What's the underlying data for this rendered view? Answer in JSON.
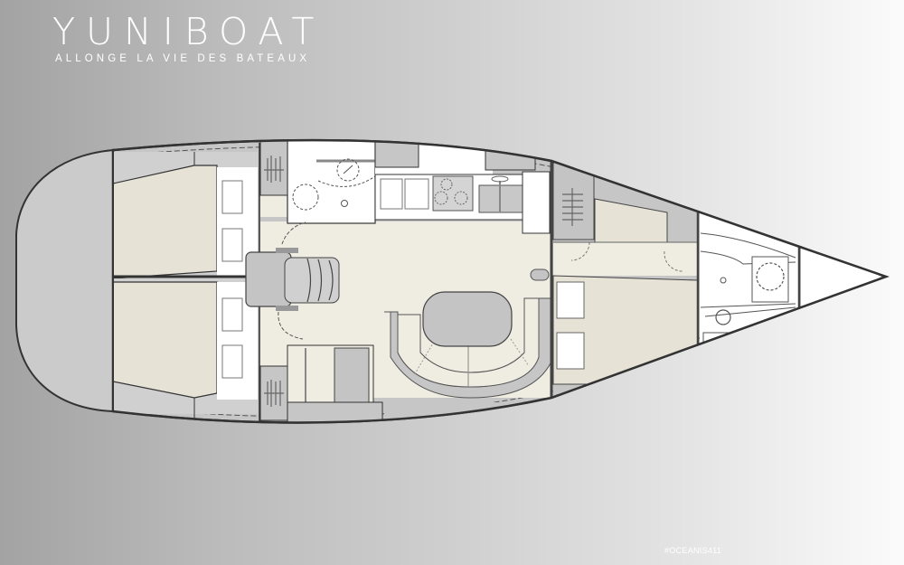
{
  "brand": {
    "name": "YUNIBOAT",
    "tagline": "ALLONGE LA VIE DES BATEAUX"
  },
  "floorplan": {
    "model_hashtag": "#OCEANIS411",
    "zones": [
      "aft-cabin-port",
      "aft-cabin-starboard",
      "aft-head",
      "galley",
      "nav-station",
      "saloon",
      "saloon-table",
      "forward-cabin",
      "forward-head",
      "chain-locker"
    ]
  },
  "colors": {
    "background_left": "#a3a3a3",
    "background_right": "#fbfbfb",
    "hull_line": "#3a3a3a",
    "berth_fill": "#e6e2d6",
    "floor_fill": "#efede2",
    "fixture_grey": "#c4c4c4",
    "head_fill": "#ffffff"
  }
}
